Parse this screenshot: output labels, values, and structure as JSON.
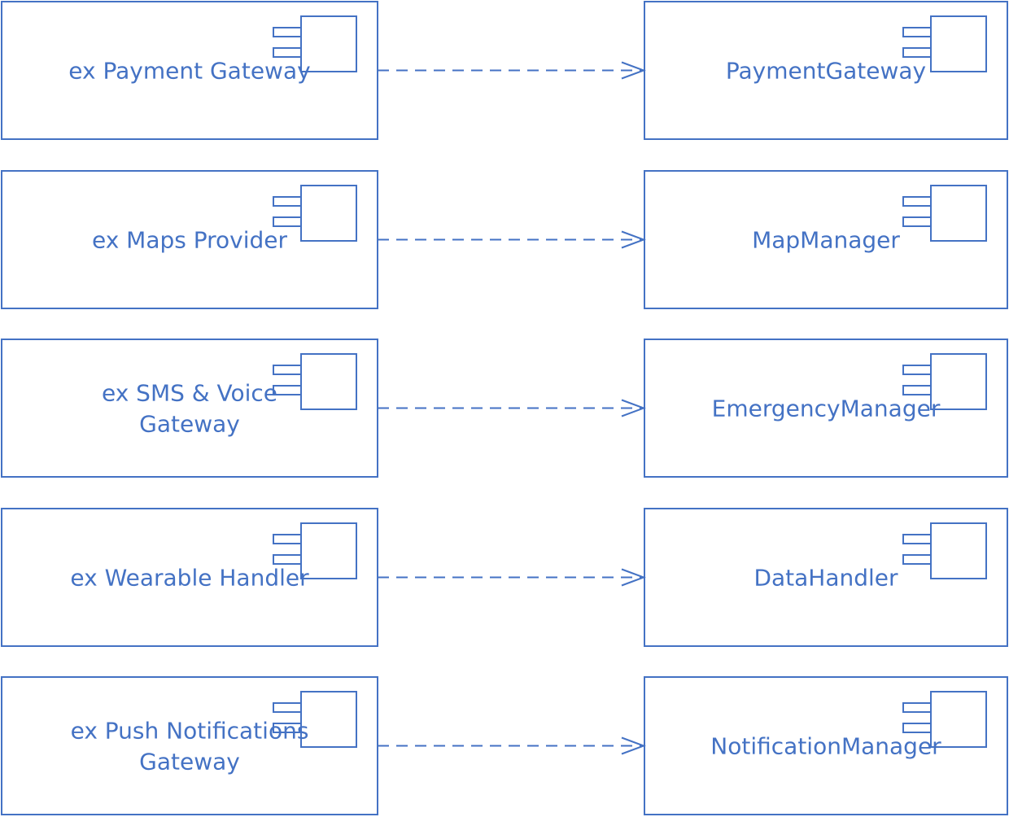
{
  "colors": {
    "stroke": "#4472c4",
    "text": "#4472c4",
    "background": "#ffffff"
  },
  "icons": {
    "component": "uml-component-icon",
    "arrow": "open-arrowhead"
  },
  "rows": [
    {
      "source": [
        "ex Payment Gateway"
      ],
      "target": [
        "PaymentGateway"
      ]
    },
    {
      "source": [
        "ex Maps Provider"
      ],
      "target": [
        "MapManager"
      ]
    },
    {
      "source": [
        "ex SMS & Voice",
        "Gateway"
      ],
      "target": [
        "EmergencyManager"
      ]
    },
    {
      "source": [
        "ex Wearable Handler"
      ],
      "target": [
        "DataHandler"
      ]
    },
    {
      "source": [
        "ex Push Notifications",
        "Gateway"
      ],
      "target": [
        "NotificationManager"
      ]
    }
  ]
}
